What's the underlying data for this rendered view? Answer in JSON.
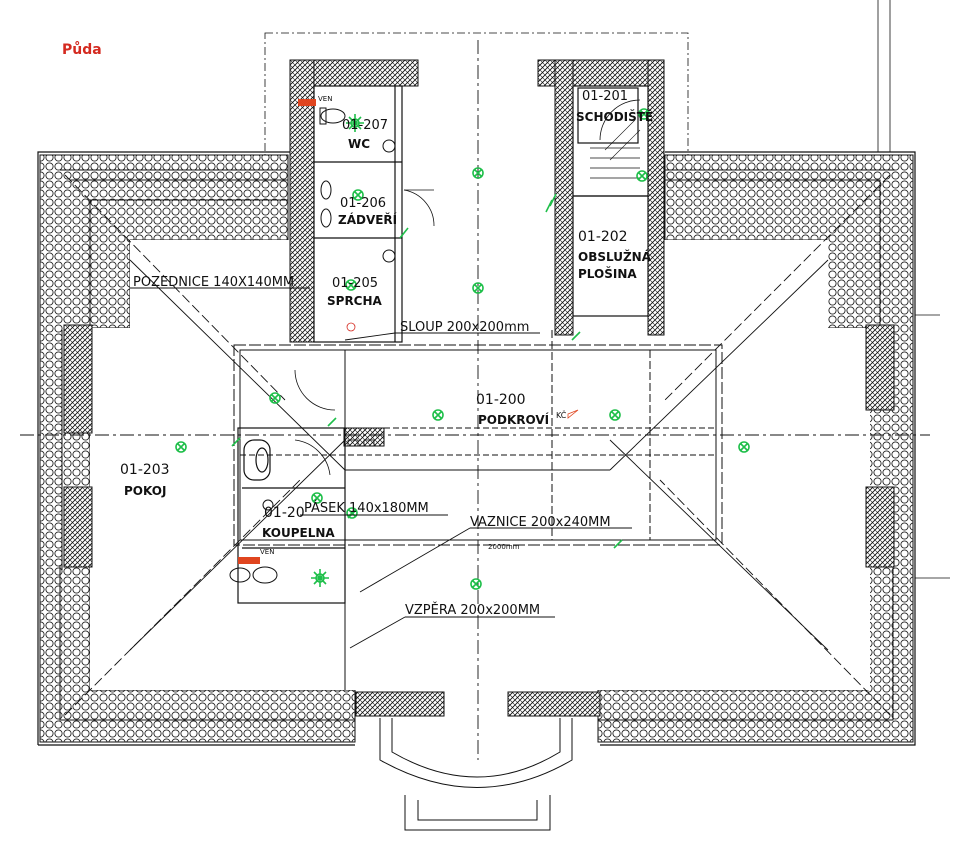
{
  "title": "Půda",
  "rooms": [
    {
      "id": "01-207",
      "name": "WC"
    },
    {
      "id": "01-206",
      "name": "ZÁDVEŘÍ"
    },
    {
      "id": "01-205",
      "name": "SPRCHA"
    },
    {
      "id": "01-201",
      "name": "SCHODIŠTĚ"
    },
    {
      "id": "01-202",
      "name_line1": "OBSLUŽNÁ",
      "name_line2": "PLOŠINA"
    },
    {
      "id": "01-200",
      "name": "PODKROVÍ"
    },
    {
      "id": "01-203",
      "name": "POKOJ"
    },
    {
      "id": "01-20",
      "name": "KOUPELNA"
    }
  ],
  "annotations": {
    "pozednice": "POZEDNICE 140X140MM",
    "sloup": "SLOUP 200x200mm",
    "pasek": "PÁSEK 140x180MM",
    "vaznice": "VAZNICE 200x240MM",
    "vzpera": "VZPĚRA 200x200MM",
    "dim_small": "2000mm",
    "ven_1": "VEN",
    "ven_2": "VEN",
    "kc": "KČ"
  },
  "colors": {
    "title": "#d42a20",
    "fixture": "#1fbf4a",
    "heater": "#e0451f",
    "line": "#111111"
  }
}
